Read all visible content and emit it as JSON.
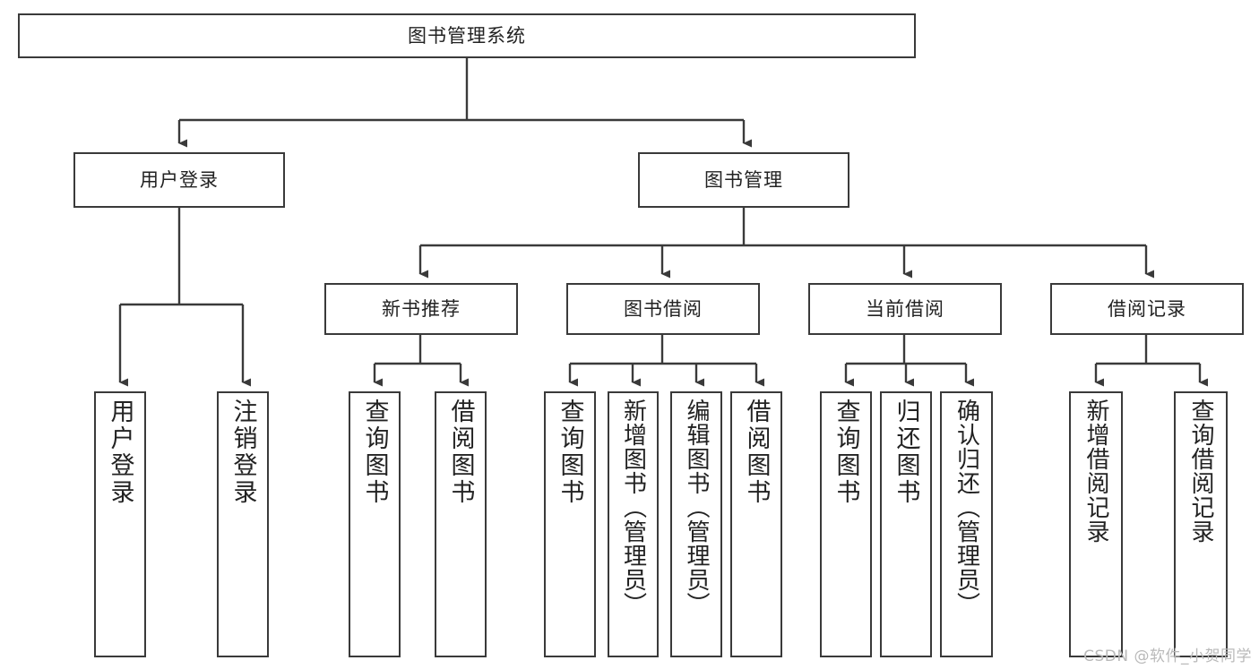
{
  "diagram": {
    "title": "图书管理系统",
    "root": {
      "label": "图书管理系统"
    },
    "level2": [
      {
        "label": "用户登录"
      },
      {
        "label": "图书管理"
      }
    ],
    "level3": [
      {
        "label": "新书推荐"
      },
      {
        "label": "图书借阅"
      },
      {
        "label": "当前借阅"
      },
      {
        "label": "借阅记录"
      }
    ],
    "leaves": [
      {
        "label": "用户登录"
      },
      {
        "label": "注销登录"
      },
      {
        "label": "查询图书"
      },
      {
        "label": "借阅图书"
      },
      {
        "label": "查询图书"
      },
      {
        "label": "新增图书（管理员）"
      },
      {
        "label": "编辑图书（管理员）"
      },
      {
        "label": "借阅图书"
      },
      {
        "label": "查询图书"
      },
      {
        "label": "归还图书"
      },
      {
        "label": "确认归还（管理员）"
      },
      {
        "label": "新增借阅记录"
      },
      {
        "label": "查询借阅记录"
      }
    ],
    "colors": {
      "stroke": "#3a3a3a",
      "text": "#222222",
      "background": "#ffffff",
      "watermark": "#b9b9b9"
    }
  },
  "watermark": {
    "text": "CSDN @软件_小贺同学"
  }
}
